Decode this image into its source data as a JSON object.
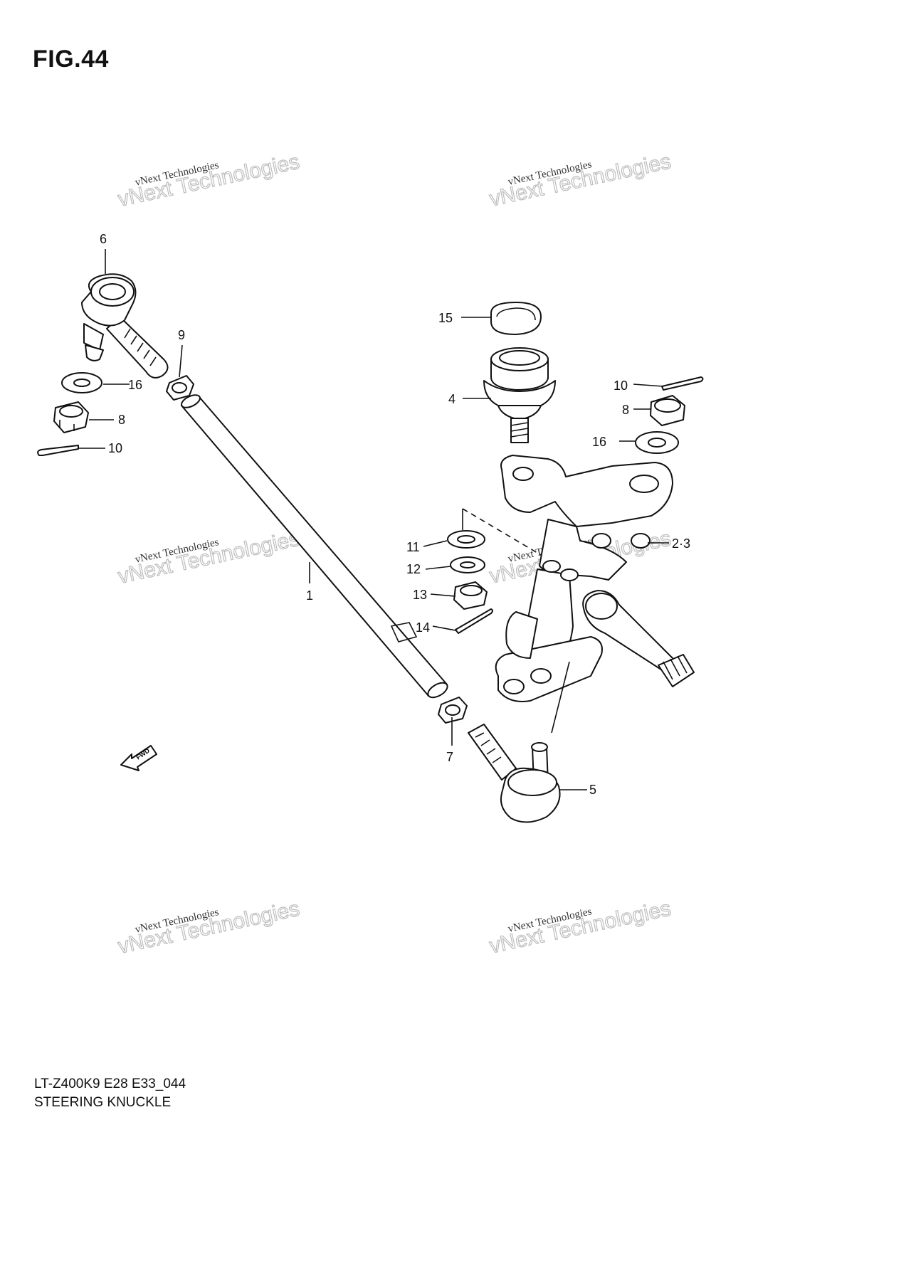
{
  "figure": {
    "title": "FIG.44",
    "model_code": "LT-Z400K9 E28 E33_044",
    "diagram_name": "STEERING KNUCKLE",
    "fwd_label": "FWD"
  },
  "watermark": {
    "small_text": "vNext Technologies",
    "large_text": "vNext Technologies"
  },
  "callouts": {
    "c1": "1",
    "c23": "2·3",
    "c4": "4",
    "c5": "5",
    "c6": "6",
    "c7": "7",
    "c8a": "8",
    "c8b": "8",
    "c9": "9",
    "c10a": "10",
    "c10b": "10",
    "c11": "11",
    "c12": "12",
    "c13": "13",
    "c14": "14",
    "c15": "15",
    "c16a": "16",
    "c16b": "16"
  }
}
